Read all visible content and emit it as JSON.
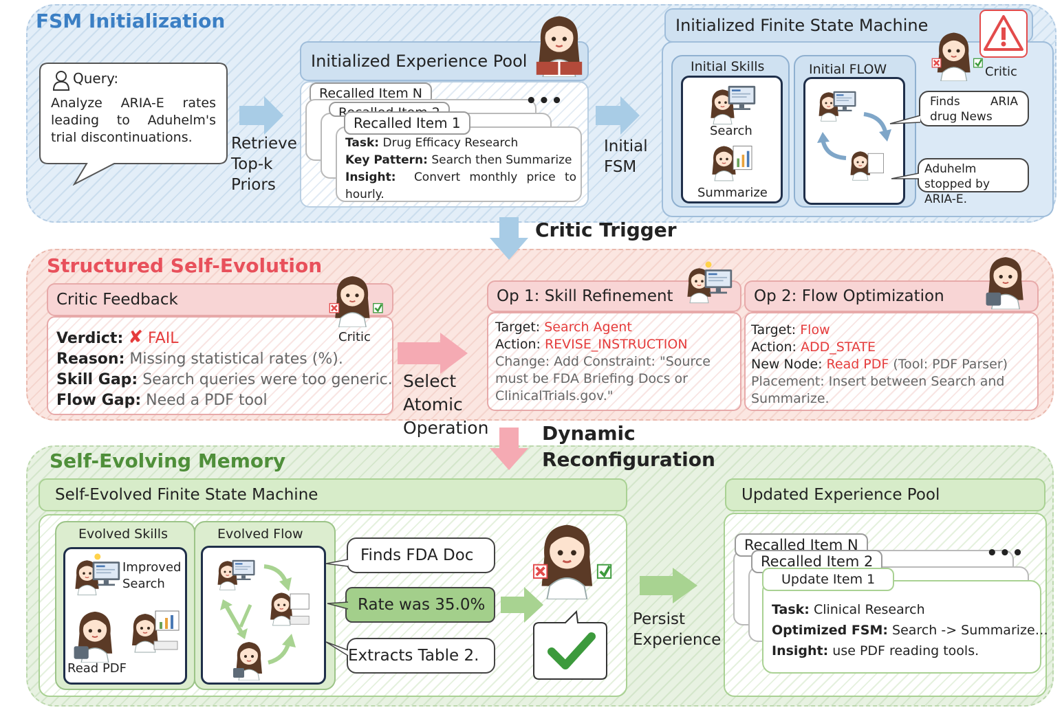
{
  "sections": {
    "fsm_init": "FSM Initialization",
    "self_evolution": "Structured Self-Evolution",
    "memory": "Self-Evolving Memory"
  },
  "colors": {
    "blue_title": "#3b7fc4",
    "red_title": "#e8505b",
    "green_title": "#4f8f3a",
    "fail_red": "#e53b3b"
  },
  "query": {
    "label": "Query:",
    "text": "Analyze ARIA-E rates leading to Aduhelm's trial discontinuations."
  },
  "retrieve": {
    "line1": "Retrieve",
    "line2": "Top-k",
    "line3": "Priors"
  },
  "exp_pool": {
    "title": "Initialized Experience Pool",
    "item_n": "Recalled Item N",
    "item_2": "Recalled Item 2",
    "item_1": "Recalled Item 1",
    "task_key": "Task:",
    "task_val": "Drug Efficacy Research",
    "pattern_key": "Key Pattern:",
    "pattern_val": "Search then Summarize",
    "insight_key": "Insight:",
    "insight_val": "Convert monthly price to hourly."
  },
  "initial_fsm": {
    "line1": "Initial",
    "line2": "FSM"
  },
  "init_fsm_box": {
    "title": "Initialized Finite State Machine",
    "skills_title": "Initial Skills",
    "flow_title": "Initial FLOW",
    "skill_search": "Search",
    "skill_summarize": "Summarize",
    "critic": "Critic",
    "bubble1": "Finds ARIA drug News",
    "bubble2": "Aduhelm stopped by ARIA-E."
  },
  "critic_trigger": "Critic Trigger",
  "feedback": {
    "title": "Critic Feedback",
    "critic": "Critic",
    "verdict_key": "Verdict:",
    "verdict_val": "FAIL",
    "reason_key": "Reason:",
    "reason_val": "Missing statistical rates (%).",
    "skill_key": "Skill Gap:",
    "skill_val": "Search queries were too generic.",
    "flow_key": "Flow Gap:",
    "flow_val": "Need a PDF tool"
  },
  "select_op": {
    "line1": "Select",
    "line2": "Atomic",
    "line3": "Operation"
  },
  "op1": {
    "title": "Op 1: Skill Refinement",
    "target_key": "Target:",
    "target_val": "Search Agent",
    "action_key": "Action:",
    "action_val": "REVISE_INSTRUCTION",
    "change": "Change: Add Constraint: \"Source must be FDA Briefing Docs or ClinicalTrials.gov.\""
  },
  "op2": {
    "title": "Op 2: Flow Optimization",
    "target_key": "Target:",
    "target_val": "Flow",
    "action_key": "Action:",
    "action_val": "ADD_STATE",
    "node_key": "New Node:",
    "node_val": "Read PDF",
    "node_tool": "(Tool: PDF Parser)",
    "placement": "Placement: Insert between Search and Summarize."
  },
  "dynamic": {
    "line1": "Dynamic",
    "line2": "Reconfiguration"
  },
  "evolved_fsm": {
    "title": "Self-Evolved Finite State Machine",
    "skills_title": "Evolved Skills",
    "flow_title": "Evolved Flow",
    "improved_search": "Improved Search",
    "read_pdf": "Read PDF",
    "bubble1": "Finds FDA Doc",
    "bubble2": "Rate was 35.0%",
    "bubble3": "Extracts Table 2."
  },
  "persist": {
    "line1": "Persist",
    "line2": "Experience"
  },
  "updated_pool": {
    "title": "Updated Experience Pool",
    "item_n": "Recalled Item N",
    "item_2": "Recalled Item 2",
    "item_1": "Update Item 1",
    "task_key": "Task:",
    "task_val": "Clinical Research",
    "fsm_key": "Optimized FSM:",
    "fsm_val": "Search -> Summarize…",
    "insight_key": "Insight:",
    "insight_val": "use PDF reading tools."
  }
}
